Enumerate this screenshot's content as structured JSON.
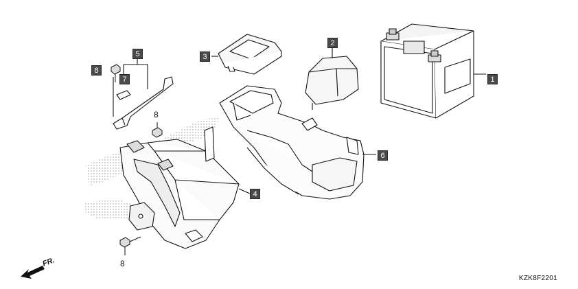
{
  "diagram": {
    "code": "KZK8F2201",
    "front_label": "FR.",
    "parts": [
      {
        "ref": "1",
        "name": "battery"
      },
      {
        "ref": "2",
        "name": "terminal-cover"
      },
      {
        "ref": "3",
        "name": "battery-box-lid"
      },
      {
        "ref": "4",
        "name": "battery-tray"
      },
      {
        "ref": "5",
        "name": "battery-hold-band"
      },
      {
        "ref": "6",
        "name": "battery-box"
      },
      {
        "ref": "7",
        "name": "cushion-pad"
      },
      {
        "ref": "8",
        "name": "bolt"
      }
    ],
    "bolt_labels": [
      "8",
      "8"
    ]
  }
}
